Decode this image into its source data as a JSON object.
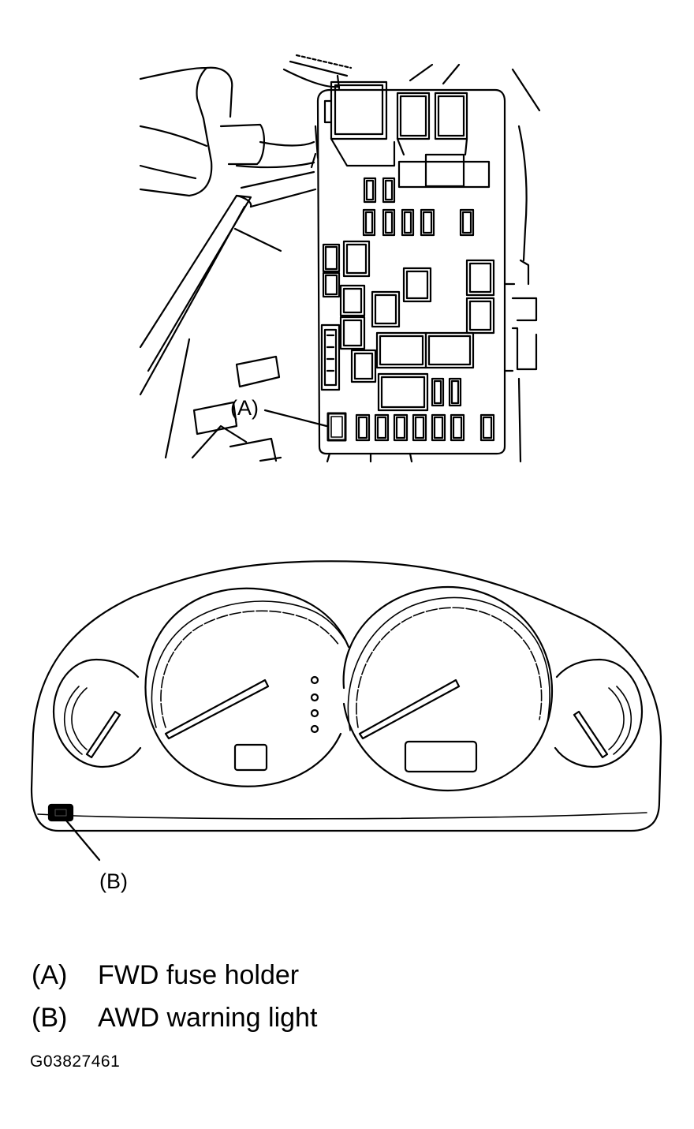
{
  "callouts": {
    "a_tag": "(A)",
    "b_tag": "(B)"
  },
  "legend": [
    {
      "key": "(A)",
      "text": "FWD fuse holder"
    },
    {
      "key": "(B)",
      "text": "AWD warning light"
    }
  ],
  "figure_id": "G03827461",
  "colors": {
    "line": "#000000",
    "background": "#ffffff"
  },
  "icons": {
    "fuse_holder": "fuse-holder-icon",
    "warning_light": "awd-warning-light-icon"
  }
}
